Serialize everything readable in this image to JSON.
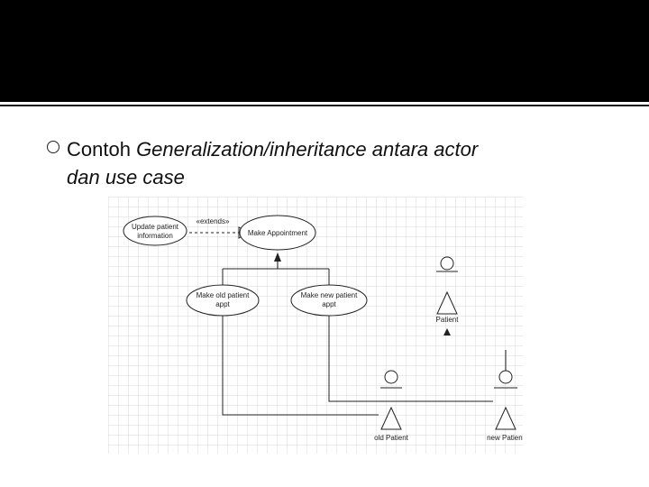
{
  "slide": {
    "bullet_plain": "Contoh ",
    "bullet_italic_line1": "Generalization/inheritance antara actor",
    "bullet_italic_line2": "dan use case"
  },
  "diagram": {
    "stereotype": "«extends»",
    "use_cases": {
      "update_info_line1": "Update patient",
      "update_info_line2": "information",
      "make_appointment": "Make Appointment",
      "make_old_line1": "Make old patient",
      "make_old_line2": "appt",
      "make_new_line1": "Make new patient",
      "make_new_line2": "appt"
    },
    "actors": {
      "patient": "Patient",
      "old_patient": "old Patient",
      "new_patient": "new Patient"
    }
  },
  "colors": {
    "band": "#000000",
    "ink": "#111111",
    "grid": "#d9d9d9"
  }
}
